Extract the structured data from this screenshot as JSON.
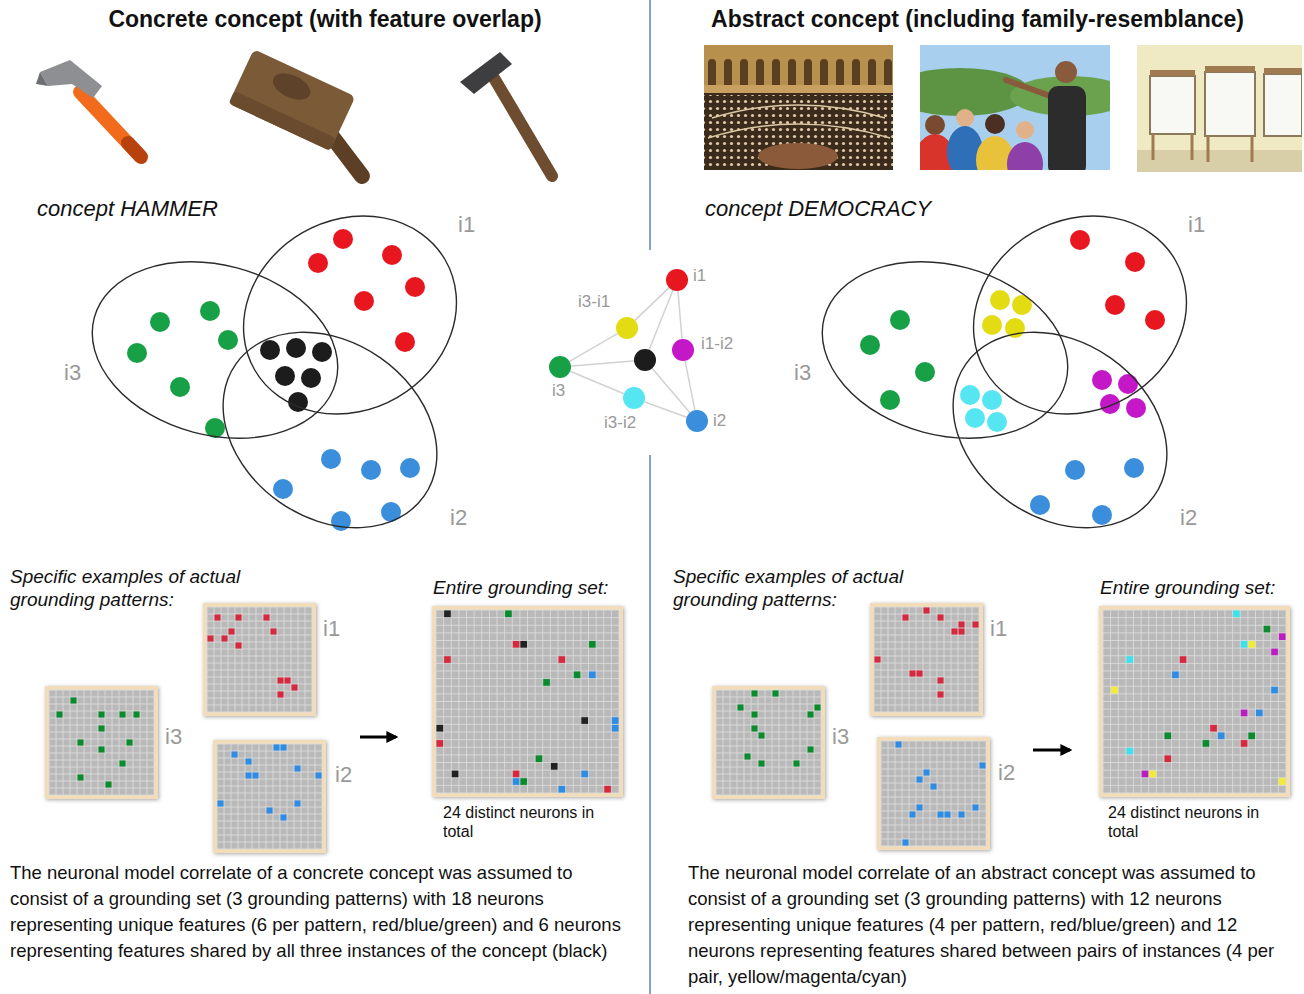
{
  "diagram": {
    "nodes": [
      {
        "text": [
          "i1"
        ]
      },
      {
        "text": [
          "i3"
        ]
      },
      {
        "text": [
          "i2"
        ]
      },
      {
        "text": [
          "i1"
        ]
      },
      {
        "text": [
          "i3-i1"
        ]
      },
      {
        "text": [
          "i1-i2"
        ]
      },
      {
        "text": [
          "i3"
        ]
      },
      {
        "text": [
          "i3-i2"
        ]
      },
      {
        "text": [
          "i2"
        ]
      },
      {
        "text": [
          "i1"
        ]
      },
      {
        "text": [
          "i3"
        ]
      },
      {
        "text": [
          "i2"
        ]
      },
      {
        "text": [
          "i1"
        ]
      },
      {
        "text": [
          "i3"
        ]
      },
      {
        "text": [
          "i2"
        ]
      },
      {
        "text": [
          "Entire grounding set:",
          "24 distinct neurons in total"
        ]
      },
      {
        "text": [
          "i1"
        ]
      },
      {
        "text": [
          "i3"
        ]
      },
      {
        "text": [
          "i2"
        ]
      },
      {
        "text": [
          "Entire grounding set:",
          "24 distinct neurons in total"
        ]
      }
    ],
    "edges": [
      {
        "from": 3,
        "to": 4,
        "arrow": "none"
      },
      {
        "from": 4,
        "to": 6,
        "arrow": "none"
      },
      {
        "from": 6,
        "to": 7,
        "arrow": "none"
      },
      {
        "from": 7,
        "to": 8,
        "arrow": "none"
      },
      {
        "from": 8,
        "to": 5,
        "arrow": "none"
      },
      {
        "from": 5,
        "to": 3,
        "arrow": "none"
      }
    ],
    "labels": [
      "Concrete concept (with feature overlap)",
      "Abstract concept (including family-resemblance)",
      "concept HAMMER",
      "concept DEMOCRACY",
      "Specific examples of actual grounding patterns:",
      "Specific examples of actual grounding patterns:",
      "The neuronal model correlate of a concrete concept was assumed to consist of a grounding set (3 grounding patterns) with 18 neurons representing unique features (6 per pattern, red/blue/green) and 6 neurons representing features shared by all three instances of the concept (black)",
      "The neuronal model correlate of an abstract concept was assumed to consist of a grounding set (3 grounding patterns) with 12 neurons representing unique features (4 per pattern, red/blue/green) and 12 neurons representing features shared between pairs of instances (4 per pair, yellow/magenta/cyan)"
    ]
  }
}
